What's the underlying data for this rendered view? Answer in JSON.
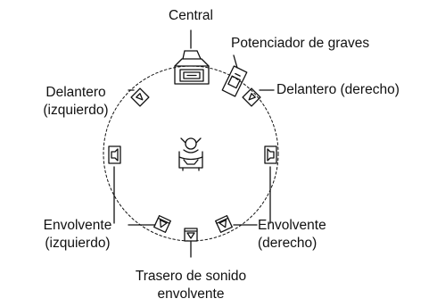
{
  "labels": {
    "central": "Central",
    "subwoofer": "Potenciador de graves",
    "front_left": [
      "Delantero",
      "(izquierdo)"
    ],
    "front_right": "Delantero (derecho)",
    "surround_left": [
      "Envolvente",
      "(izquierdo)"
    ],
    "surround_right": [
      "Envolvente",
      "(derecho)"
    ],
    "surround_back": [
      "Trasero de sonido",
      "envolvente"
    ]
  },
  "colors": {
    "line": "#111111",
    "background": "#ffffff"
  }
}
